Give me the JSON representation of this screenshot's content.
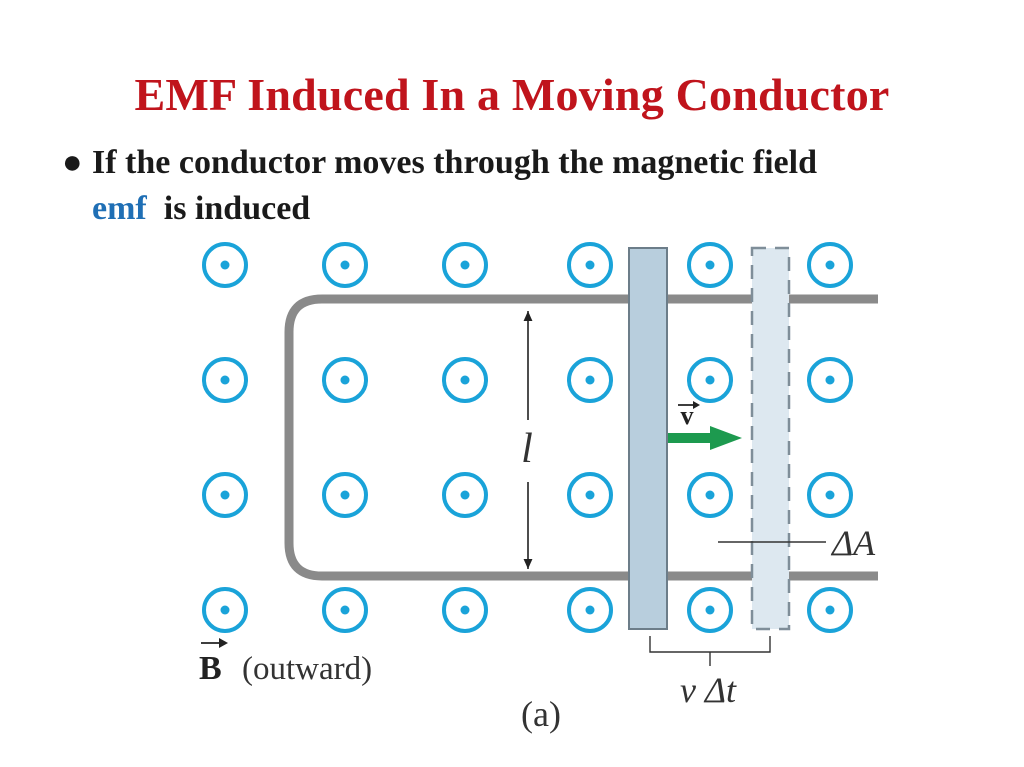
{
  "slide": {
    "title": "EMF Induced In a Moving Conductor",
    "bullet_line1": "If the conductor moves through the magnetic field",
    "bullet_keyword": "emf",
    "bullet_rest": "is induced"
  },
  "diagram": {
    "label_length": "l",
    "label_velocity": "v",
    "label_area": "ΔA",
    "label_displacement": "v Δt",
    "label_field_symbol": "B",
    "label_field_desc": "(outward)",
    "label_panel": "(a)"
  },
  "colors": {
    "title": "#c0141c",
    "emf_word": "#1f6fb5",
    "field_symbol": "#1aa3d9",
    "rail": "#8a8a8a",
    "rod_solid": "#b8cedd",
    "rod_ghost": "#dde8f0",
    "velocity_arrow": "#1d9a4f"
  }
}
